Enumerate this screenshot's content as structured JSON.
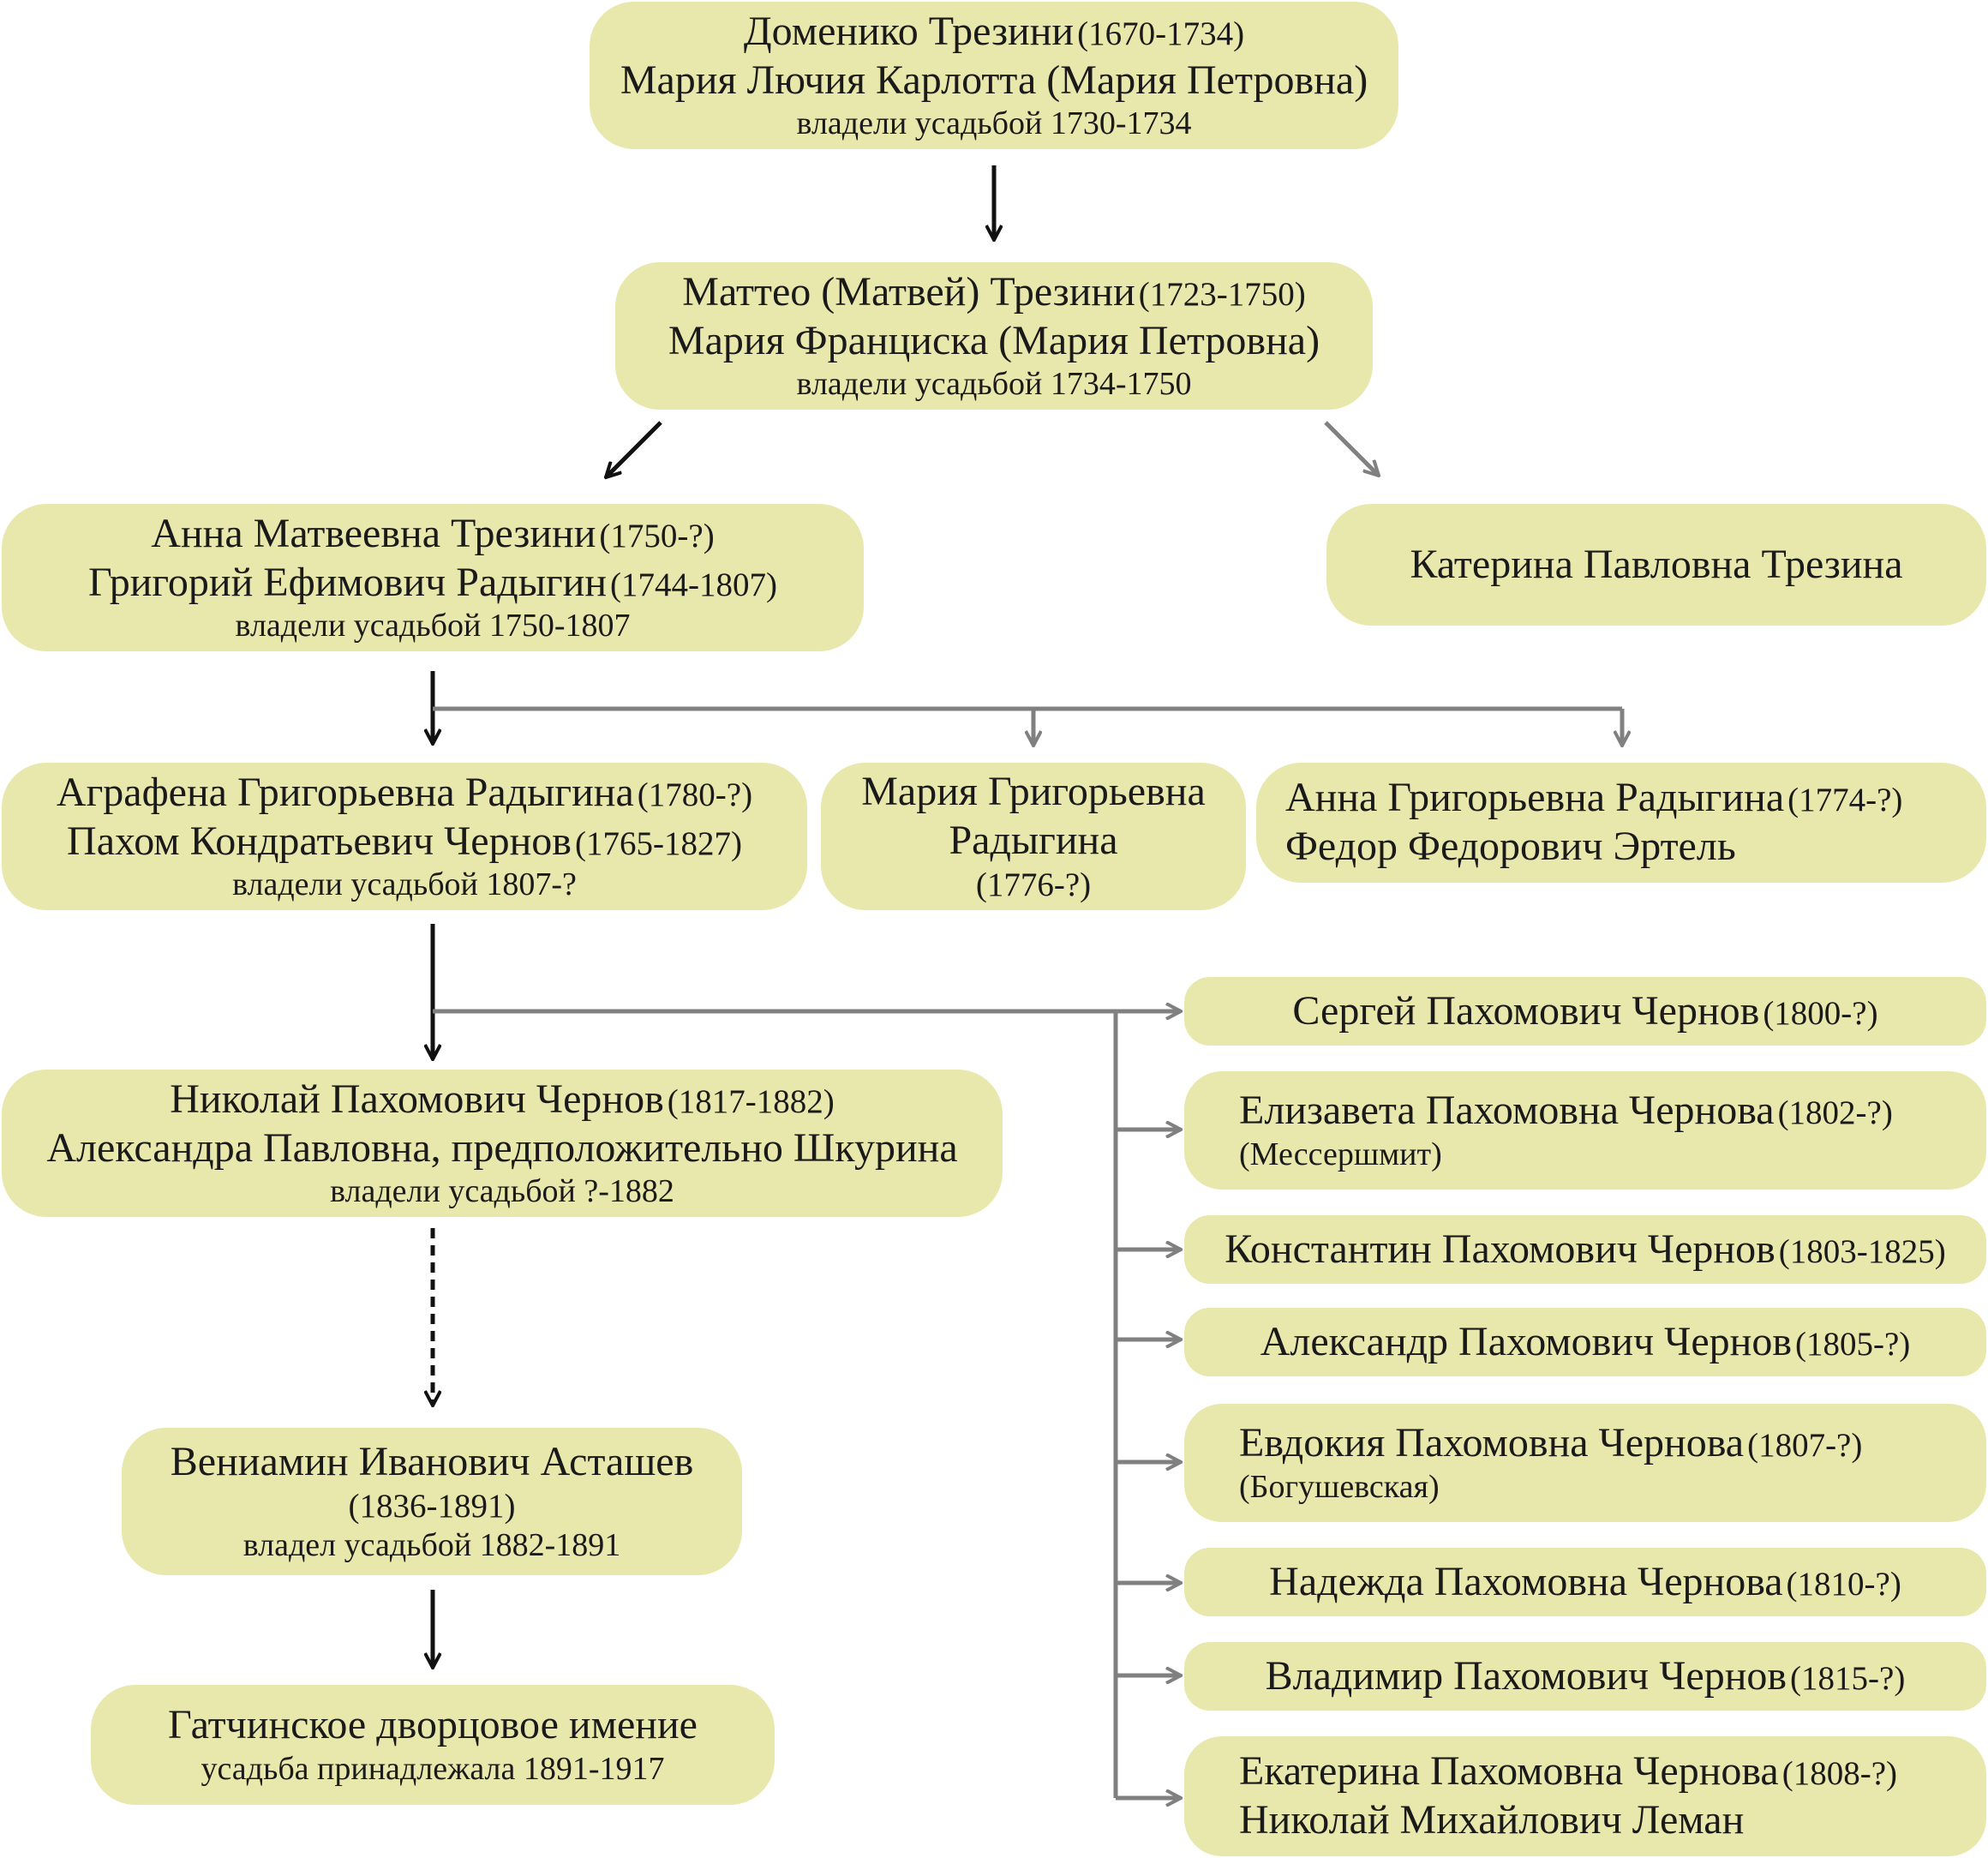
{
  "nodes": {
    "trezini_domeniko": {
      "line1_name": "Доменико Трезини",
      "line1_years": "(1670-1734)",
      "line2": "Мария Лючия Карлотта (Мария Петровна)",
      "note": "владели усадьбой 1730-1734"
    },
    "trezini_matteo": {
      "line1_name": "Маттео (Матвей) Трезини",
      "line1_years": "(1723-1750)",
      "line2": "Мария Франциска (Мария Петровна)",
      "note": "владели усадьбой 1734-1750"
    },
    "anna_trezini": {
      "line1_name": "Анна Матвеевна Трезини",
      "line1_years": "(1750-?)",
      "line2_name": "Григорий Ефимович Радыгин",
      "line2_years": "(1744-1807)",
      "note": "владели усадьбой 1750-1807"
    },
    "katerina_trezina": {
      "line1_name": "Катерина Павловна Трезина"
    },
    "agrafena_radygina": {
      "line1_name": "Аграфена Григорьевна Радыгина",
      "line1_years": "(1780-?)",
      "line2_name": "Пахом Кондратьевич Чернов",
      "line2_years": "(1765-1827)",
      "note": "владели усадьбой 1807-?"
    },
    "maria_radygina": {
      "line1_name": "Мария Григорьевна",
      "line2_name": "Радыгина",
      "line3_years": "(1776-?)"
    },
    "anna_radygina": {
      "line1_name": "Анна Григорьевна Радыгина",
      "line1_years": "(1774-?)",
      "line2_name": "Федор Федорович Эртель"
    },
    "nikolai_chernov": {
      "line1_name": "Николай Пахомович Чернов",
      "line1_years": "(1817-1882)",
      "line2": "Александра Павловна, предположительно Шкурина",
      "note": "владели усадьбой ?-1882"
    },
    "veniamin_astashev": {
      "line1_name": "Вениамин Иванович Асташев",
      "line2_years": "(1836-1891)",
      "note": "владел усадьбой 1882-1891"
    },
    "gatchina": {
      "line1_name": "Гатчинское дворцовое имение",
      "note": "усадьба принадлежала 1891-1917"
    },
    "sergei_chernov": {
      "line1_name": "Сергей Пахомович Чернов",
      "line1_years": "(1800-?)"
    },
    "elizaveta_chernova": {
      "line1_name": "Елизавета Пахомовна Чернова",
      "line1_years": "(1802-?)",
      "note": "(Мессершмит)"
    },
    "konstantin_chernov": {
      "line1_name": "Константин Пахомович Чернов",
      "line1_years": "(1803-1825)"
    },
    "aleksandr_chernov": {
      "line1_name": "Александр Пахомович Чернов",
      "line1_years": "(1805-?)"
    },
    "evdokia_chernova": {
      "line1_name": "Евдокия Пахомовна Чернова",
      "line1_years": "(1807-?)",
      "note": "(Богушевская)"
    },
    "nadezhda_chernova": {
      "line1_name": "Надежда Пахомовна Чернова",
      "line1_years": "(1810-?)"
    },
    "vladimir_chernov": {
      "line1_name": "Владимир Пахомович Чернов",
      "line1_years": "(1815-?)"
    },
    "ekaterina_chernova": {
      "line1_name": "Екатерина Пахомовна Чернова",
      "line1_years": "(1808-?)",
      "line2_name": "Николай Михайлович Леман"
    }
  },
  "colors": {
    "node_fill": "#e8e8ad",
    "owner_arrow": "#111111",
    "family_arrow": "#808080"
  }
}
